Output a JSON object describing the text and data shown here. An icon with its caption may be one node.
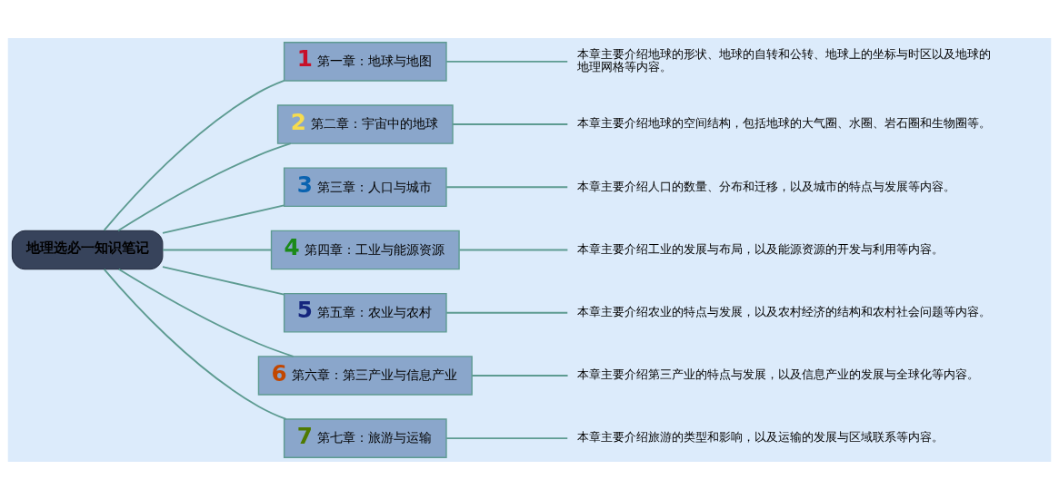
{
  "diagram": {
    "nodes": [
      {
        "text": [
          "地理选必一知识笔记"
        ]
      },
      {
        "text": [
          "1",
          "第一章：地球与地图"
        ]
      },
      {
        "text": [
          "本章主要介绍地球的形状、地球的自转和公转、地球上的坐标与时区以及地球的地理网格等内容。"
        ]
      },
      {
        "text": [
          "2",
          "第二章：宇宙中的地球"
        ]
      },
      {
        "text": [
          "本章主要介绍地球的空间结构，包括地球的大气圈、水圈、岩石圈和生物圈等。"
        ]
      },
      {
        "text": [
          "3",
          "第三章：人口与城市"
        ]
      },
      {
        "text": [
          "本章主要介绍人口的数量、分布和迁移，以及城市的特点与发展等内容。"
        ]
      },
      {
        "text": [
          "4",
          "第四章：工业与能源资源"
        ]
      },
      {
        "text": [
          "本章主要介绍工业的发展与布局，以及能源资源的开发与利用等内容。"
        ]
      },
      {
        "text": [
          "5",
          "第五章：农业与农村"
        ]
      },
      {
        "text": [
          "本章主要介绍农业的特点与发展，以及农村经济的结构和农村社会问题等内容。"
        ]
      },
      {
        "text": [
          "6",
          "第六章：第三产业与信息产业"
        ]
      },
      {
        "text": [
          "本章主要介绍第三产业的特点与发展，以及信息产业的发展与全球化等内容。"
        ]
      },
      {
        "text": [
          "7",
          "第七章：旅游与运输"
        ]
      },
      {
        "text": [
          "本章主要介绍旅游的类型和影响，以及运输的发展与区域联系等内容。"
        ]
      }
    ],
    "edges": [
      {
        "from": 0,
        "to": 1,
        "arrow": "none"
      },
      {
        "from": 1,
        "to": 2,
        "arrow": "none"
      },
      {
        "from": 0,
        "to": 3,
        "arrow": "none"
      },
      {
        "from": 3,
        "to": 4,
        "arrow": "none"
      },
      {
        "from": 0,
        "to": 5,
        "arrow": "none"
      },
      {
        "from": 5,
        "to": 6,
        "arrow": "none"
      },
      {
        "from": 0,
        "to": 7,
        "arrow": "none"
      },
      {
        "from": 7,
        "to": 8,
        "arrow": "none"
      },
      {
        "from": 0,
        "to": 9,
        "arrow": "none"
      },
      {
        "from": 9,
        "to": 10,
        "arrow": "none"
      },
      {
        "from": 0,
        "to": 11,
        "arrow": "none"
      },
      {
        "from": 11,
        "to": 12,
        "arrow": "none"
      },
      {
        "from": 0,
        "to": 13,
        "arrow": "none"
      },
      {
        "from": 13,
        "to": 14,
        "arrow": "none"
      }
    ]
  }
}
